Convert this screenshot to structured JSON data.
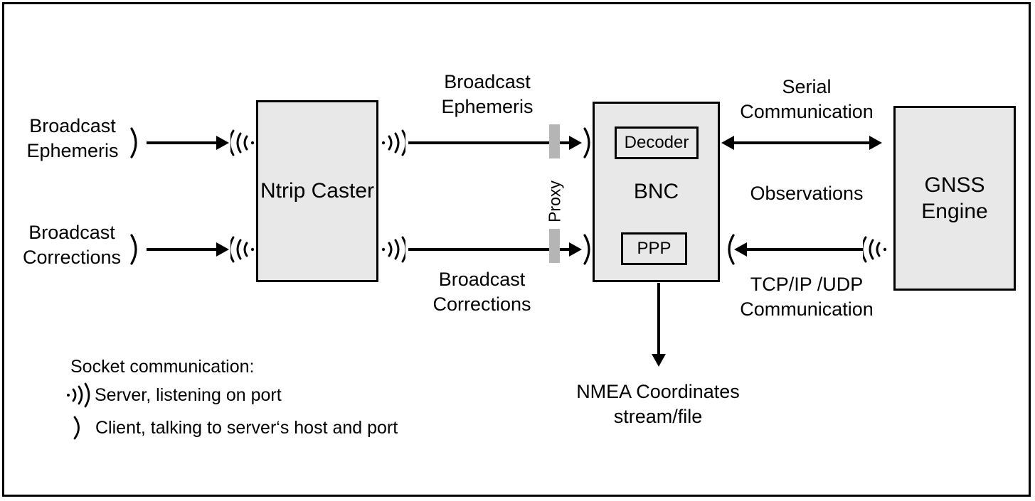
{
  "diagram": {
    "title": "BNC Ntrip Caster GNSS data flow diagram",
    "colors": {
      "box_fill": "#e8e8e8",
      "box_border": "#000000",
      "proxy_bar": "#b5b5b5",
      "background": "#ffffff",
      "stroke": "#000000"
    }
  },
  "nodes": {
    "ntrip_caster": "Ntrip\nCaster",
    "bnc": "BNC",
    "decoder": "Decoder",
    "ppp": "PPP",
    "gnss_engine": "GNSS\nEngine"
  },
  "labels": {
    "broadcast_ephemeris_left": "Broadcast\nEphemeris",
    "broadcast_corrections_left": "Broadcast\nCorrections",
    "broadcast_ephemeris_mid": "Broadcast\nEphemeris",
    "broadcast_corrections_mid": "Broadcast\nCorrections",
    "proxy": "Proxy",
    "serial_communication": "Serial\nCommunication",
    "observations": "Observations",
    "tcpip_udp_communication": "TCP/IP /UDP\nCommunication",
    "nmea_output": "NMEA Coordinates\nstream/file"
  },
  "legend": {
    "title": "Socket communication:",
    "items": [
      {
        "icon": "server-waves-icon",
        "text": "Server, listening on port"
      },
      {
        "icon": "client-paren-icon",
        "text": "Client, talking to server‘s host and port"
      }
    ]
  }
}
